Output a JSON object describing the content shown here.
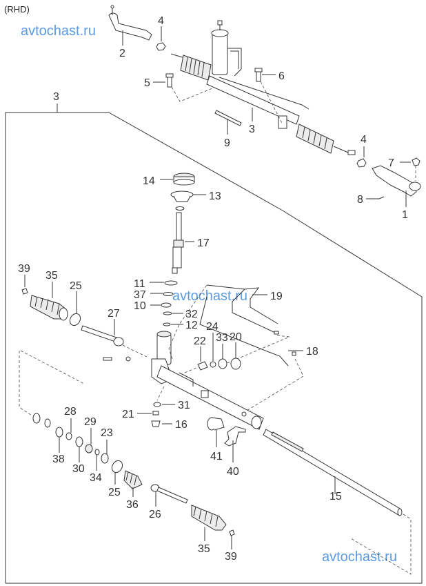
{
  "header": {
    "variant": "(RHD)"
  },
  "watermark": "avtochast.ru",
  "watermark_color": "#5b9be0",
  "callouts": [
    "1",
    "2",
    "3",
    "4",
    "5",
    "6",
    "7",
    "8",
    "9",
    "10",
    "11",
    "12",
    "13",
    "14",
    "15",
    "16",
    "17",
    "18",
    "19",
    "20",
    "21",
    "22",
    "23",
    "24",
    "25",
    "26",
    "27",
    "28",
    "29",
    "30",
    "31",
    "32",
    "33",
    "34",
    "35",
    "36",
    "37",
    "38",
    "39",
    "40",
    "41"
  ],
  "labels": {
    "top": {
      "c2": "2",
      "c4a": "4",
      "c5": "5",
      "c6": "6",
      "c3a": "3",
      "c9": "9",
      "c4b": "4",
      "c7": "7",
      "c8": "8",
      "c1": "1"
    },
    "frame": {
      "c3": "3"
    },
    "column": {
      "c14": "14",
      "c13": "13",
      "c17": "17",
      "c11": "11",
      "c37": "37",
      "c10": "10",
      "c32": "32",
      "c12": "12",
      "c19": "19",
      "c18": "18"
    },
    "left": {
      "c39a": "39",
      "c35a": "35",
      "c25a": "25",
      "c27": "27"
    },
    "mid": {
      "c22": "22",
      "c24": "24",
      "c33": "33",
      "c20": "20",
      "c31": "31",
      "c21": "21",
      "c16": "16",
      "c41": "41",
      "c40": "40",
      "c15": "15"
    },
    "seals": {
      "c28": "28",
      "c29": "29",
      "c23": "23",
      "c38": "38",
      "c30": "30",
      "c34": "34",
      "c25b": "25",
      "c36": "36",
      "c26": "26",
      "c35b": "35",
      "c39b": "39"
    }
  }
}
